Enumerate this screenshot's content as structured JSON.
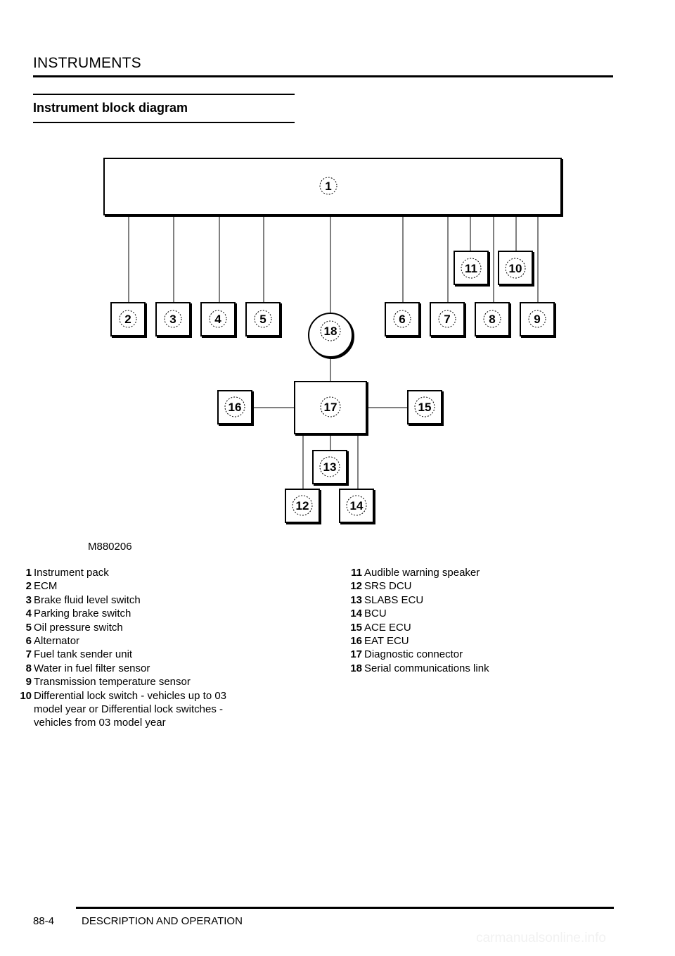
{
  "header": {
    "title": "INSTRUMENTS"
  },
  "section": {
    "title": "Instrument block diagram"
  },
  "diagram": {
    "figure_ref": "M880206",
    "callouts": [
      "1",
      "2",
      "3",
      "4",
      "5",
      "6",
      "7",
      "8",
      "9",
      "10",
      "11",
      "12",
      "13",
      "14",
      "15",
      "16",
      "17",
      "18"
    ]
  },
  "legend": {
    "left": [
      {
        "num": "1",
        "text": "Instrument pack"
      },
      {
        "num": "2",
        "text": "ECM"
      },
      {
        "num": "3",
        "text": "Brake fluid level switch"
      },
      {
        "num": "4",
        "text": "Parking brake switch"
      },
      {
        "num": "5",
        "text": "Oil pressure switch"
      },
      {
        "num": "6",
        "text": "Alternator"
      },
      {
        "num": "7",
        "text": "Fuel tank sender unit"
      },
      {
        "num": "8",
        "text": "Water in fuel filter sensor"
      },
      {
        "num": "9",
        "text": "Transmission temperature sensor"
      },
      {
        "num": "10",
        "text": "Differential lock switch - vehicles up to 03 model year or Differential lock switches - vehicles from 03 model year"
      }
    ],
    "right": [
      {
        "num": "11",
        "text": "Audible warning speaker"
      },
      {
        "num": "12",
        "text": "SRS DCU"
      },
      {
        "num": "13",
        "text": "SLABS ECU"
      },
      {
        "num": "14",
        "text": "BCU"
      },
      {
        "num": "15",
        "text": "ACE ECU"
      },
      {
        "num": "16",
        "text": "EAT ECU"
      },
      {
        "num": "17",
        "text": "Diagnostic connector"
      },
      {
        "num": "18",
        "text": "Serial communications link"
      }
    ]
  },
  "footer": {
    "page": "88-4",
    "section": "DESCRIPTION AND OPERATION"
  },
  "watermark": "carmanualsonline.info"
}
